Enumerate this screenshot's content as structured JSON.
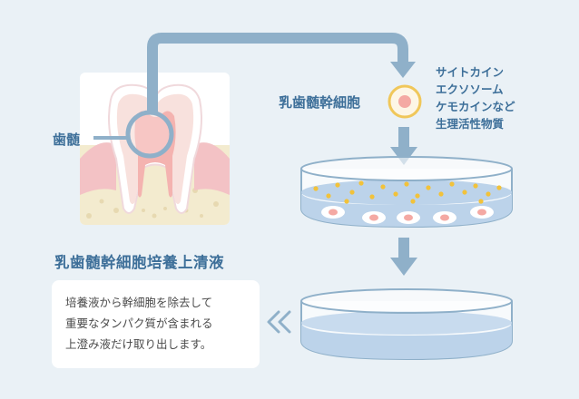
{
  "labels": {
    "pulp": "歯髄",
    "stem_cell": "乳歯髄幹細胞",
    "supernatant_title": "乳歯髄幹細胞培養上清液"
  },
  "secretions": [
    "サイトカイン",
    "エクソソーム",
    "ケモカインなど",
    "生理活性物質"
  ],
  "description": [
    "培養液から幹細胞を除去して",
    "重要なタンパク質が含まれる",
    "上澄み液だけ取り出します。"
  ],
  "colors": {
    "background": "#eaf1f6",
    "arrow": "#8fb0c9",
    "label_text": "#3d6f99",
    "gum": "#f3c2c5",
    "bone": "#f3ebcf",
    "medium": "#bcd3ea",
    "particle": "#f2c23a",
    "cell_nucleus": "#f4a9a3"
  },
  "icons": [
    "tooth-illustration",
    "stem-cell-icon",
    "culture-dish-icon",
    "supernatant-dish-icon",
    "double-chevron-left-icon"
  ]
}
